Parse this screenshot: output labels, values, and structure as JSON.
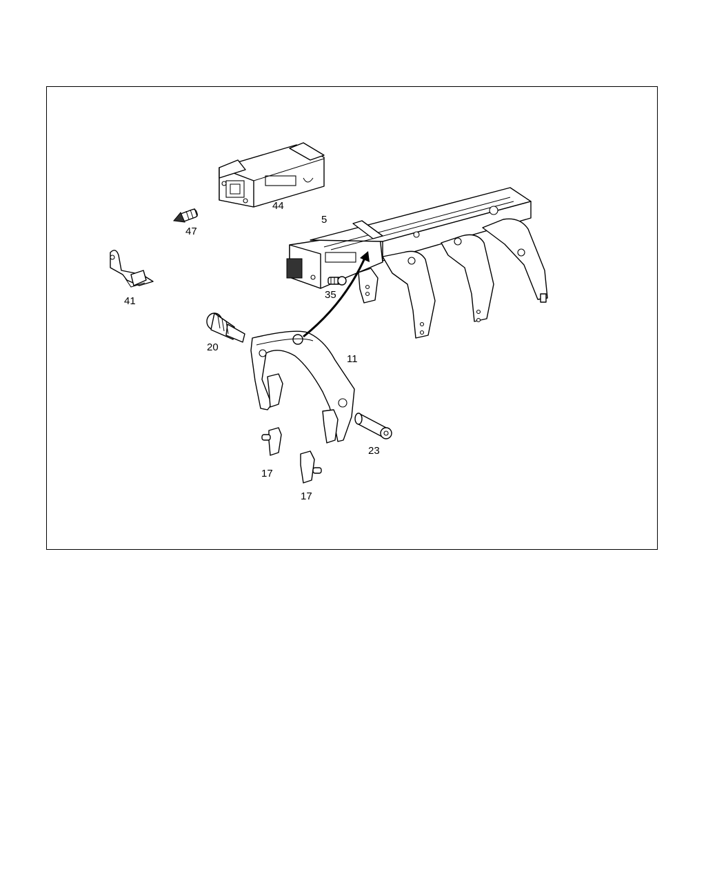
{
  "diagram": {
    "callouts": [
      {
        "id": "5",
        "text": "5"
      },
      {
        "id": "11",
        "text": "11"
      },
      {
        "id": "17a",
        "text": "17"
      },
      {
        "id": "17b",
        "text": "17"
      },
      {
        "id": "20",
        "text": "20"
      },
      {
        "id": "23",
        "text": "23"
      },
      {
        "id": "35",
        "text": "35"
      },
      {
        "id": "41",
        "text": "41"
      },
      {
        "id": "44",
        "text": "44"
      },
      {
        "id": "47",
        "text": "47"
      }
    ]
  }
}
